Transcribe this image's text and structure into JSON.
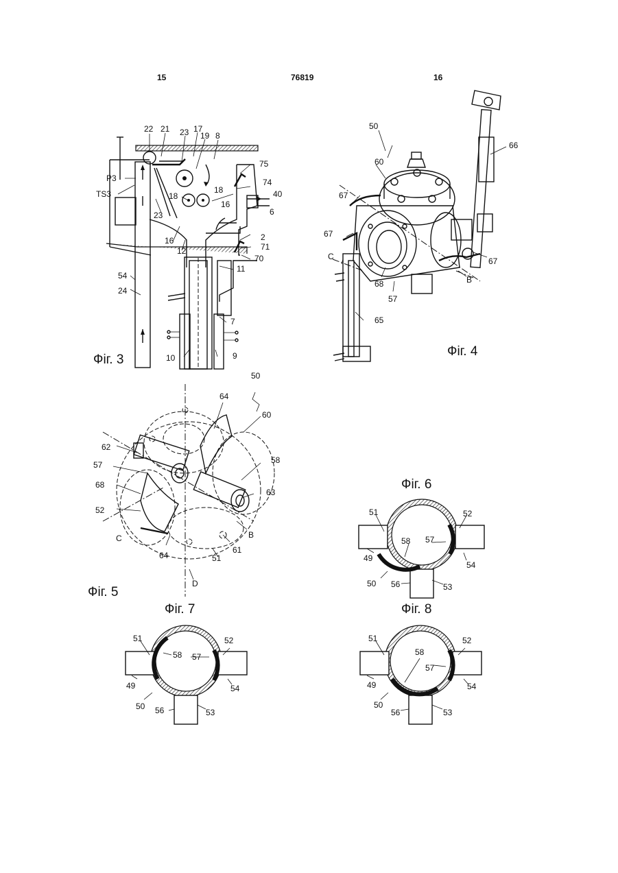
{
  "header": {
    "page_left": "15",
    "doc_number": "76819",
    "page_right": "16"
  },
  "figures": {
    "fig3": {
      "caption": "Фіг. 3",
      "labels": [
        "22",
        "21",
        "23",
        "17",
        "19",
        "8",
        "75",
        "P3",
        "74",
        "40",
        "TS3",
        "18",
        "18",
        "16",
        "6",
        "23",
        "16",
        "12",
        "2",
        "71",
        "70",
        "11",
        "54",
        "24",
        "7",
        "10",
        "9"
      ]
    },
    "fig4": {
      "caption": "Фіг. 4",
      "labels": [
        "50",
        "66",
        "60",
        "67",
        "67",
        "67",
        "C",
        "B",
        "68",
        "57",
        "65"
      ]
    },
    "fig5": {
      "caption": "Фіг. 5",
      "labels": [
        "50",
        "60",
        "64",
        "62",
        "58",
        "57",
        "63",
        "68",
        "52",
        "C",
        "B",
        "64",
        "61",
        "51",
        "D"
      ]
    },
    "fig6": {
      "caption": "Фіг. 6",
      "labels": [
        "51",
        "52",
        "58",
        "57",
        "49",
        "54",
        "50",
        "56",
        "53"
      ]
    },
    "fig7": {
      "caption": "Фіг. 7",
      "labels": [
        "51",
        "58",
        "57",
        "52",
        "49",
        "54",
        "50",
        "56",
        "53"
      ]
    },
    "fig8": {
      "caption": "Фіг. 8",
      "labels": [
        "51",
        "58",
        "52",
        "57",
        "49",
        "54",
        "50",
        "56",
        "53"
      ]
    }
  }
}
